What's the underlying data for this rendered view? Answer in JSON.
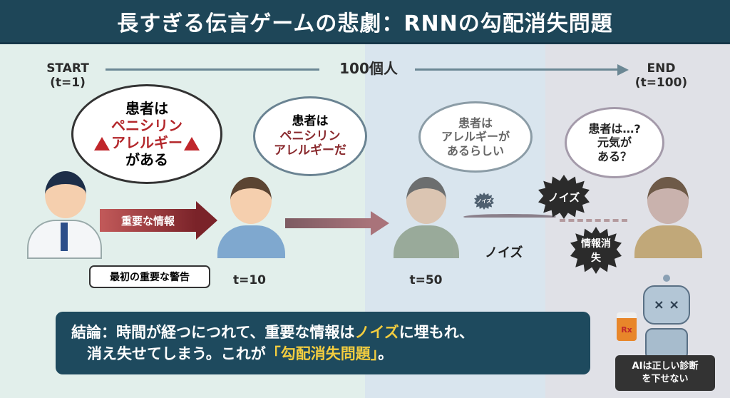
{
  "title": "長すぎる伝言ゲームの悲劇：RNNの勾配消失問題",
  "timeline": {
    "start": "START",
    "start_t": "(t=1)",
    "middle": "100個人",
    "end": "END",
    "end_t": "(t=100)"
  },
  "doctor": {
    "bubble": [
      "患者は",
      "ペニシリン",
      "アレルギー",
      "がある"
    ],
    "arrow_label": "重要な情報",
    "callout": "最初の重要な警告"
  },
  "person10": {
    "bubble": [
      "患者は",
      "ペニシリン",
      "アレルギーだ"
    ],
    "t": "t=10"
  },
  "person50": {
    "bubble": [
      "患者は",
      "アレルギーが",
      "あるらしい"
    ],
    "t": "t=50",
    "noise_small": "ノイズ",
    "noise_label": "ノイズ"
  },
  "person100": {
    "bubble": [
      "患者は…?",
      "元気が",
      "ある？"
    ],
    "noise_burst": "ノイズ",
    "loss_burst": "情報消失"
  },
  "conclusion": {
    "prefix": "結論：時間が経つにつれて、重要な情報は",
    "noise": "ノイズ",
    "mid": "に埋もれ、",
    "line2a": "消え失せてしまう。これが",
    "term": "「勾配消失問題」",
    "end": "。"
  },
  "robot": {
    "caption": "AIは正しい診断を下せない",
    "bottle_label": "Rx"
  }
}
